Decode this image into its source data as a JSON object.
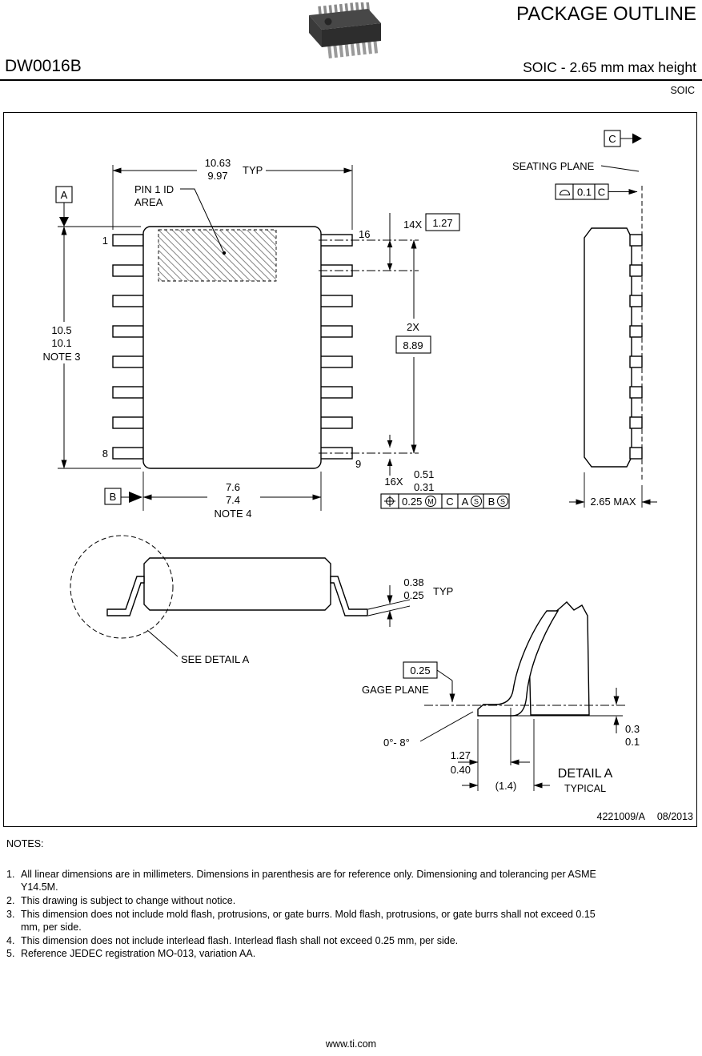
{
  "header": {
    "title": "PACKAGE OUTLINE",
    "part_number": "DW0016B",
    "subtitle": "SOIC - 2.65 mm max height",
    "package_type": "SOIC"
  },
  "top_view": {
    "span_max": "10.63",
    "span_min": "9.97",
    "span_typ": "TYP",
    "pin1_id_line1": "PIN 1 ID",
    "pin1_id_line2": "AREA",
    "datum_a": "A",
    "datum_b": "B",
    "pin1": "1",
    "pin8": "8",
    "pin9": "9",
    "pin16": "16",
    "length_max": "10.5",
    "length_min": "10.1",
    "length_note": "NOTE 3",
    "body_max": "7.6",
    "body_min": "7.4",
    "body_note": "NOTE 4",
    "pitch_count": "14X",
    "pitch_value": "1.27",
    "span2x_count": "2X",
    "span2x_value": "8.89",
    "lead_count": "16X",
    "lead_width_max": "0.51",
    "lead_width_min": "0.31",
    "fcf_tol": "0.25",
    "fcf_mod": "M",
    "fcf_datum1": "C",
    "fcf_datum2": "A",
    "fcf_datum2_mod": "S",
    "fcf_datum3": "B",
    "fcf_datum3_mod": "S"
  },
  "side_view": {
    "datum_c": "C",
    "seating_plane_label": "SEATING PLANE",
    "flatness_tol": "0.1",
    "flatness_datum": "C",
    "height_max": "2.65 MAX"
  },
  "profile_view": {
    "see_detail_label": "SEE DETAIL A",
    "lead_thickness_max": "0.38",
    "lead_thickness_min": "0.25",
    "lead_thickness_typ": "TYP"
  },
  "detail_a": {
    "gage_offset": "0.25",
    "gage_plane_label": "GAGE PLANE",
    "lead_angle": "0°- 8°",
    "foot_length_max": "1.27",
    "foot_length_min": "0.40",
    "ref_length": "(1.4)",
    "standoff_max": "0.3",
    "standoff_min": "0.1",
    "title": "DETAIL A",
    "subtitle": "TYPICAL"
  },
  "title_block": {
    "doc_number": "4221009/A",
    "date": "08/2013"
  },
  "notes": {
    "title": "NOTES:",
    "items": [
      {
        "num": "1.",
        "text": "All linear dimensions are in millimeters. Dimensions in parenthesis are for reference only. Dimensioning and tolerancing per ASME Y14.5M."
      },
      {
        "num": "2.",
        "text": "This drawing is subject to change without notice."
      },
      {
        "num": "3.",
        "text": "This dimension does not include mold flash, protrusions, or gate burrs. Mold flash, protrusions, or gate burrs shall not exceed 0.15 mm, per side."
      },
      {
        "num": "4.",
        "text": "This dimension does not include interlead flash. Interlead flash shall not exceed 0.25 mm, per side."
      },
      {
        "num": "5.",
        "text": "Reference JEDEC registration MO-013, variation AA."
      }
    ]
  },
  "footer": {
    "url": "www.ti.com"
  }
}
